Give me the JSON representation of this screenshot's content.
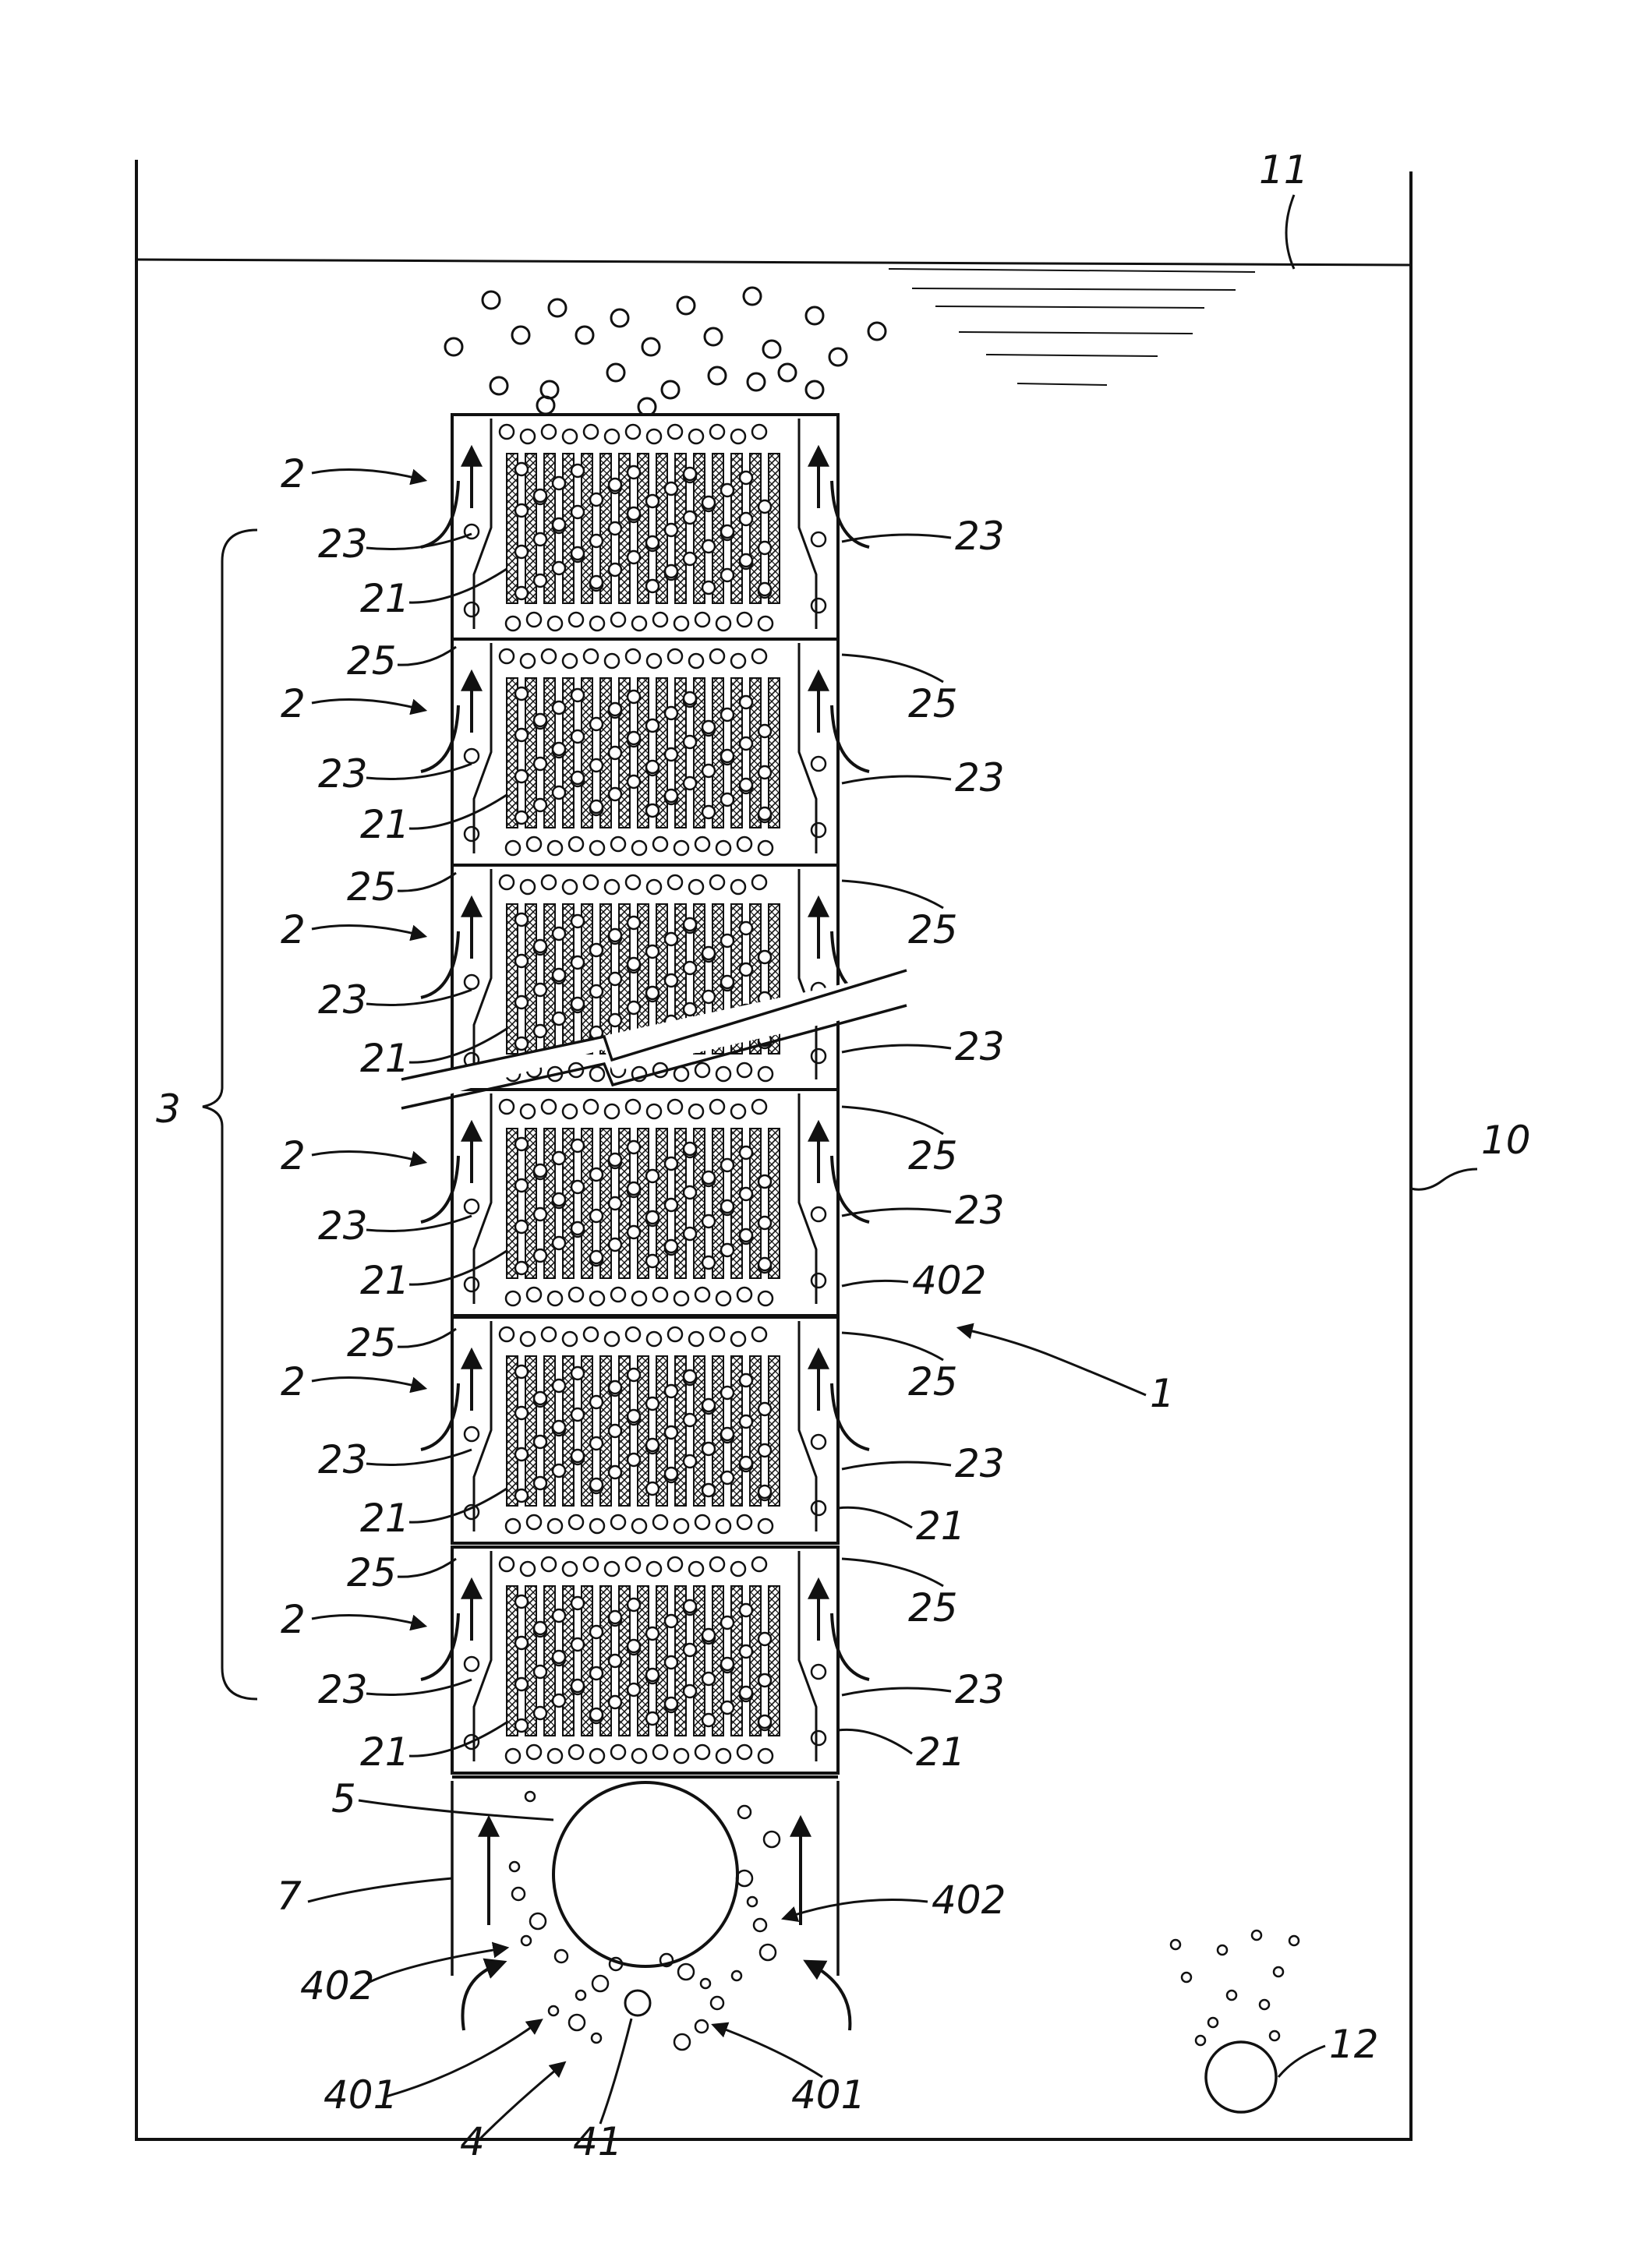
{
  "figure": {
    "labels": {
      "tank": "10",
      "water_surface": "11",
      "diffuser_right": "12",
      "apparatus": "1",
      "stack": "3",
      "module": "2",
      "frame": "23",
      "membrane": "21",
      "spacer": "25",
      "gas_pipe": "5",
      "skirt": "7",
      "bubbles": "402",
      "flow": "401",
      "aerator": "4",
      "aerator_nozzle": "41"
    }
  }
}
